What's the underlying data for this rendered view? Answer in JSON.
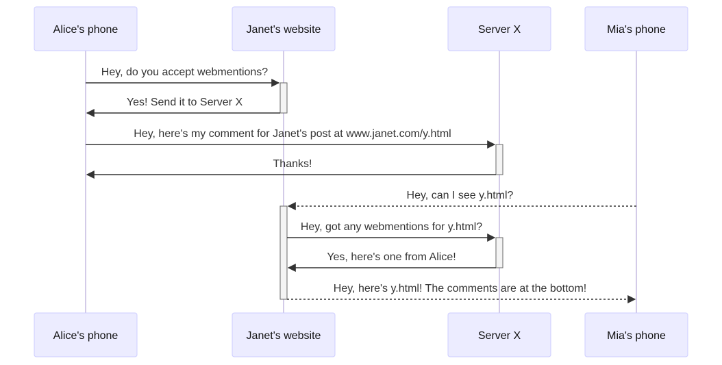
{
  "actors": [
    {
      "id": "alice",
      "label": "Alice's phone"
    },
    {
      "id": "janet",
      "label": "Janet's website"
    },
    {
      "id": "server",
      "label": "Server X"
    },
    {
      "id": "mia",
      "label": "Mia's phone"
    }
  ],
  "messages": [
    {
      "from": "alice",
      "to": "janet",
      "text": "Hey, do you accept webmentions?",
      "style": "solid"
    },
    {
      "from": "janet",
      "to": "alice",
      "text": "Yes! Send it to Server X",
      "style": "solid"
    },
    {
      "from": "alice",
      "to": "server",
      "text": "Hey, here's my comment for Janet's post at www.janet.com/y.html",
      "style": "solid"
    },
    {
      "from": "server",
      "to": "alice",
      "text": "Thanks!",
      "style": "solid"
    },
    {
      "from": "mia",
      "to": "janet",
      "text": "Hey, can I see y.html?",
      "style": "dotted"
    },
    {
      "from": "janet",
      "to": "server",
      "text": "Hey, got any webmentions for y.html?",
      "style": "solid"
    },
    {
      "from": "server",
      "to": "janet",
      "text": "Yes, here's one from Alice!",
      "style": "solid"
    },
    {
      "from": "janet",
      "to": "mia",
      "text": "Hey, here's y.html! The comments are at the bottom!",
      "style": "dotted"
    }
  ],
  "activations": [
    {
      "actor": "janet",
      "from_message": 0,
      "to_message": 1
    },
    {
      "actor": "server",
      "from_message": 2,
      "to_message": 3
    },
    {
      "actor": "janet",
      "from_message": 4,
      "to_message": 7
    },
    {
      "actor": "server",
      "from_message": 5,
      "to_message": 6
    }
  ]
}
